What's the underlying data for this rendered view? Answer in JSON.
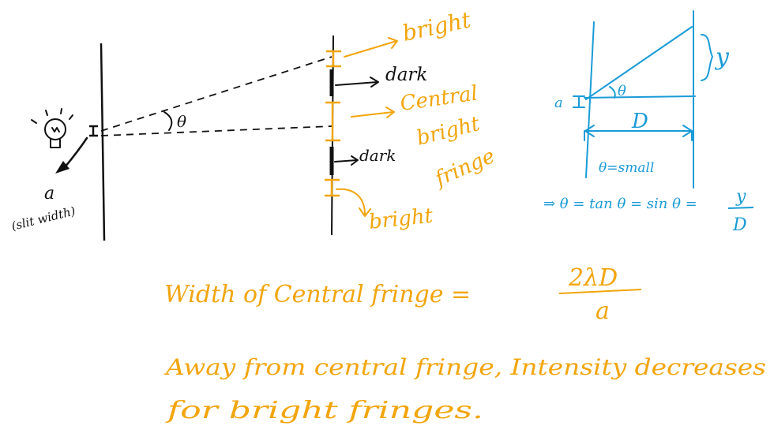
{
  "colors": {
    "black": "#111111",
    "orange": "#f2a50c",
    "blue": "#1a9bd7"
  },
  "left": {
    "theta": "θ",
    "slit_label": "a",
    "slit_caption": "(slit width)",
    "lamp_icon": "light-bulb-icon"
  },
  "screen": {
    "bright_top": "bright",
    "dark_top": "dark",
    "central_1": "Central",
    "central_2": "bright",
    "central_3": "fringe",
    "dark_bottom": "dark",
    "bright_bottom": "bright"
  },
  "geometry": {
    "theta": "θ",
    "y": "y",
    "a": "a",
    "D": "D",
    "small": "θ=small",
    "approx": "⇒ θ = tan θ = sin θ =",
    "frac_num": "y",
    "frac_den": "D"
  },
  "notes": {
    "width_lhs": "Width of Central fringe =",
    "width_num": "2λD",
    "width_den": "a",
    "intensity_line1": "Away from central fringe, Intensity decreases",
    "intensity_line2": "for bright fringes."
  }
}
